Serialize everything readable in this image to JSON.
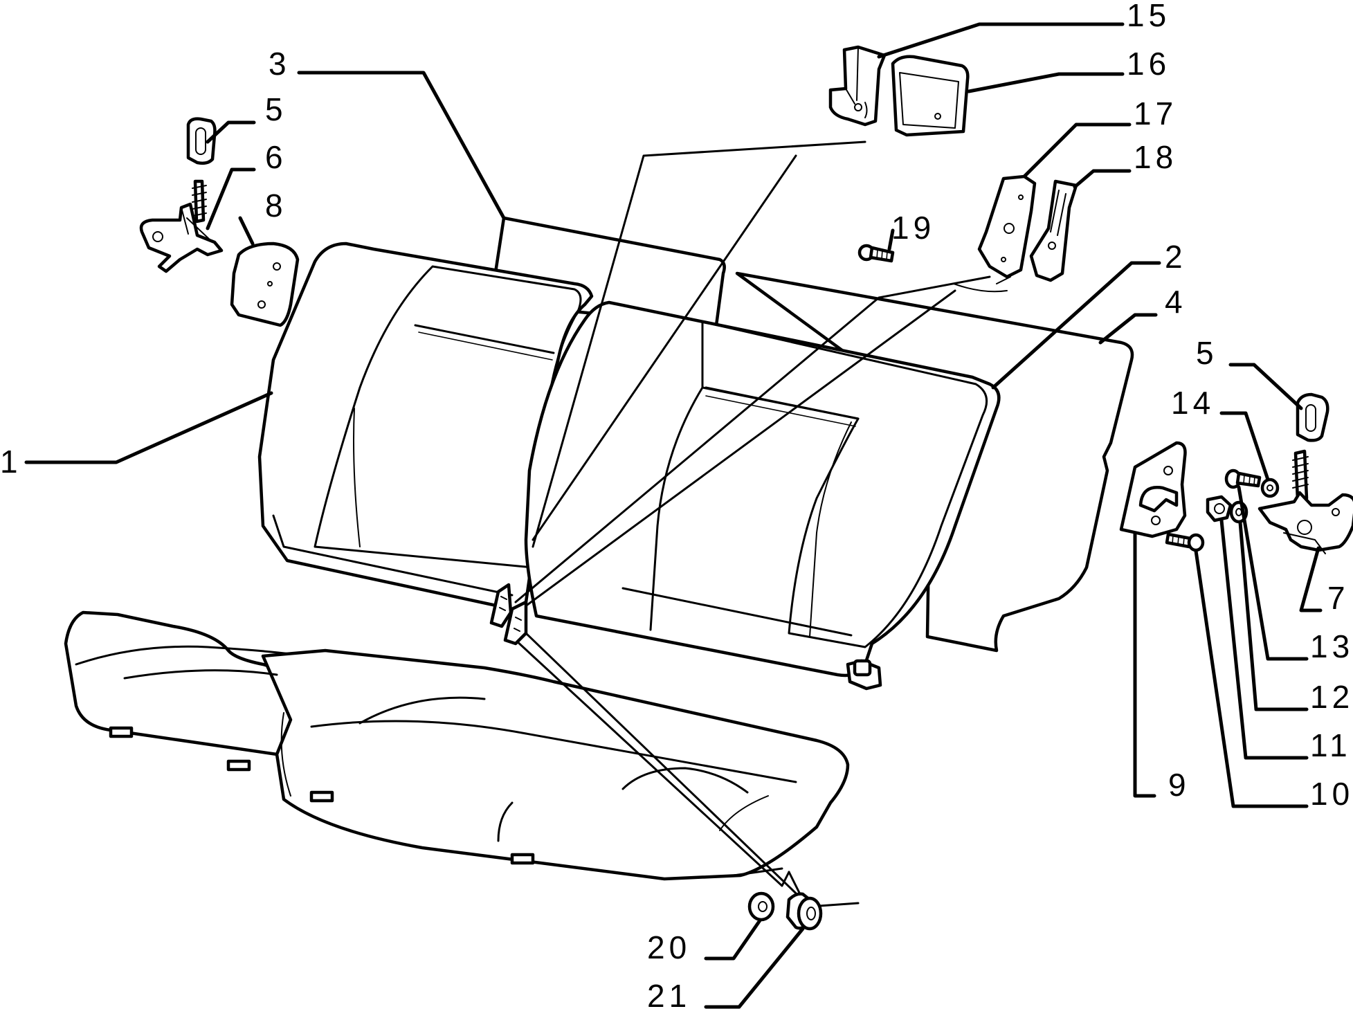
{
  "diagram": {
    "callouts": [
      {
        "id": "c1",
        "label": "1"
      },
      {
        "id": "c2",
        "label": "2"
      },
      {
        "id": "c3",
        "label": "3"
      },
      {
        "id": "c4",
        "label": "4"
      },
      {
        "id": "c5a",
        "label": "5"
      },
      {
        "id": "c5b",
        "label": "5"
      },
      {
        "id": "c6",
        "label": "6"
      },
      {
        "id": "c7",
        "label": "7"
      },
      {
        "id": "c8",
        "label": "8"
      },
      {
        "id": "c9",
        "label": "9"
      },
      {
        "id": "c10",
        "label": "10"
      },
      {
        "id": "c11",
        "label": "11"
      },
      {
        "id": "c12",
        "label": "12"
      },
      {
        "id": "c13",
        "label": "13"
      },
      {
        "id": "c14",
        "label": "14"
      },
      {
        "id": "c15",
        "label": "15"
      },
      {
        "id": "c16",
        "label": "16"
      },
      {
        "id": "c17",
        "label": "17"
      },
      {
        "id": "c18",
        "label": "18"
      },
      {
        "id": "c19",
        "label": "19"
      },
      {
        "id": "c20",
        "label": "20"
      },
      {
        "id": "c21",
        "label": "21"
      }
    ]
  },
  "colors": {
    "line": "#000000",
    "background": "#ffffff"
  }
}
